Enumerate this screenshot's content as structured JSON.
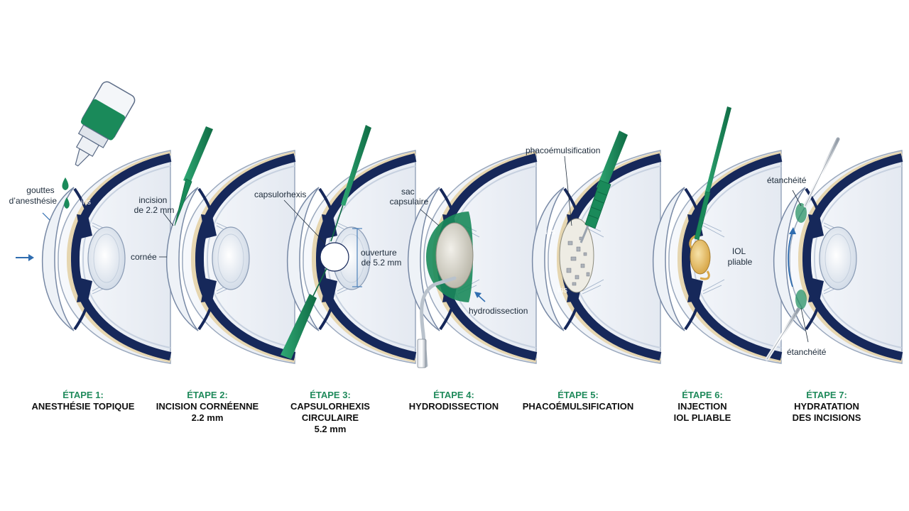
{
  "colors": {
    "navy": "#16285a",
    "green": "#1a8a5a",
    "green_dark": "#0f6b44",
    "cornea_fill": "#eef2f7",
    "lens_fill": "#e9eef4",
    "sclera_stroke": "#5b6b86",
    "arrow_blue": "#2f6db0",
    "step_text": "#1f8a5b"
  },
  "labels": {
    "gouttes": [
      "gouttes",
      "d’anesthésie"
    ],
    "iris": "iris",
    "incision": [
      "incision",
      "de 2.2 mm"
    ],
    "cornee": "cornée",
    "capsulorhexis": "capsulorhexis",
    "ouverture": [
      "ouverture",
      "de 5.2 mm"
    ],
    "sac": [
      "sac",
      "capsulaire"
    ],
    "hydrodissection": "hydrodissection",
    "phaco": "phacoémulsification",
    "iris5": "iris",
    "iris5b": "iris",
    "iol": [
      "IOL",
      "pliable"
    ],
    "etancheite_top": "étanchéité",
    "etancheite_bottom": "étanchéité"
  },
  "steps": [
    {
      "step": "ÉTAPE 1:",
      "title": [
        "ANESTHÉSIE TOPIQUE"
      ]
    },
    {
      "step": "ÉTAPE 2:",
      "title": [
        "INCISION CORNÉENNE",
        "2.2 mm"
      ]
    },
    {
      "step": "ÉTAPE 3:",
      "title": [
        "CAPSULORHEXIS",
        "CIRCULAIRE",
        "5.2 mm"
      ]
    },
    {
      "step": "ÉTAPE 4:",
      "title": [
        "HYDRODISSECTION"
      ]
    },
    {
      "step": "ÉTAPE 5:",
      "title": [
        "PHACOÉMULSIFICATION"
      ]
    },
    {
      "step": "ÉTAPE 6:",
      "title": [
        "INJECTION",
        "IOL PLIABLE"
      ]
    },
    {
      "step": "ÉTAPE 7:",
      "title": [
        "HYDRATATION",
        "DES INCISIONS"
      ]
    }
  ]
}
